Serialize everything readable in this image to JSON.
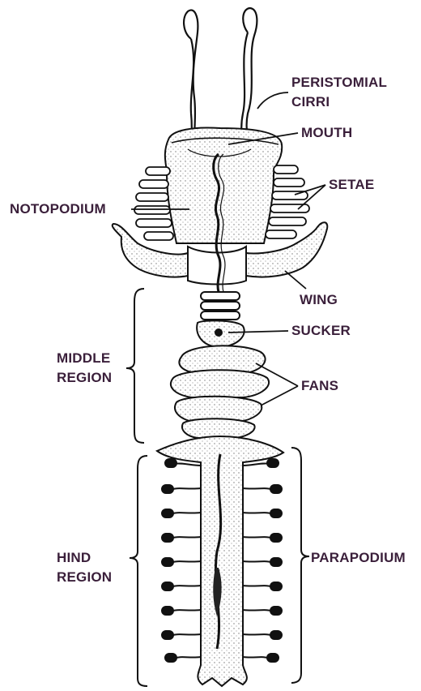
{
  "labels": {
    "peristomial_cirri_line1": "PERISTOMIAL",
    "peristomial_cirri_line2": "CIRRI",
    "mouth": "MOUTH",
    "setae": "SETAE",
    "notopodium": "NOTOPODIUM",
    "wing": "WING",
    "sucker": "SUCKER",
    "middle_region_line1": "MIDDLE",
    "middle_region_line2": "REGION",
    "fans": "FANS",
    "hind_region_line1": "HIND",
    "hind_region_line2": "REGION",
    "parapodium": "PARAPODIUM"
  },
  "colors": {
    "label_text": "#3a1f3a",
    "outline": "#111111",
    "stipple": "#555555",
    "background": "#ffffff"
  }
}
